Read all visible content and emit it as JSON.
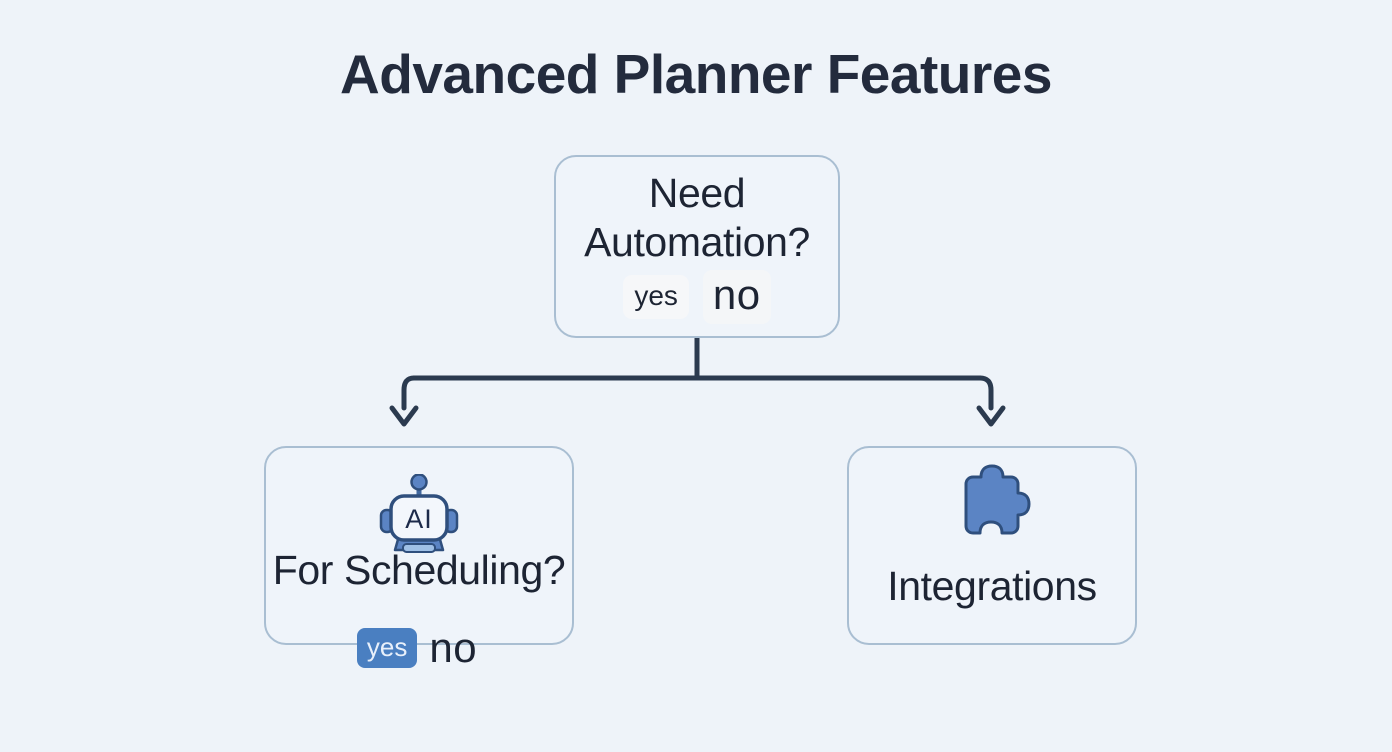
{
  "page": {
    "title": "Advanced Planner Features",
    "background_color": "#eef3f9",
    "title_color": "#232b3d"
  },
  "theme": {
    "node_fill": "#eff4fa",
    "node_border": "#a9bed2",
    "connector_color": "#2b3a4f",
    "accent_blue": "#4a7fc1",
    "icon_blue": "#5b84c4",
    "icon_border": "#2f4f7d",
    "text_dark": "#1d2433"
  },
  "flowchart": {
    "type": "decision-tree",
    "nodes": [
      {
        "id": "need-automation",
        "kind": "decision",
        "label": "Need Automation?",
        "label_line1": "Need",
        "label_line2": "Automation?",
        "answers": [
          {
            "text": "yes",
            "state": "inactive",
            "style": "soft-small"
          },
          {
            "text": "no",
            "state": "inactive",
            "style": "soft-large"
          }
        ]
      },
      {
        "id": "for-scheduling",
        "kind": "decision",
        "label": "For Scheduling?",
        "icon": "ai-robot-icon",
        "icon_text": "AI",
        "answers": [
          {
            "text": "yes",
            "state": "selected",
            "style": "filled-blue"
          },
          {
            "text": "no",
            "state": "inactive",
            "style": "plain-large"
          }
        ]
      },
      {
        "id": "integrations",
        "kind": "leaf",
        "label": "Integrations",
        "icon": "puzzle-piece-icon"
      }
    ],
    "edges": [
      {
        "from": "need-automation",
        "to": "for-scheduling",
        "arrow": "down"
      },
      {
        "from": "need-automation",
        "to": "integrations",
        "arrow": "down"
      }
    ]
  }
}
